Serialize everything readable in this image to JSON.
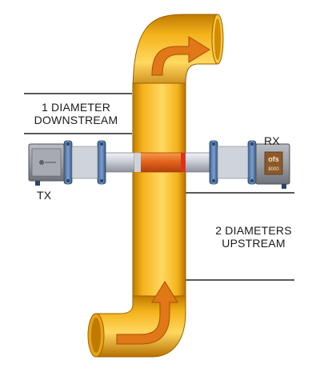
{
  "labels": {
    "downstream_line1": "1 DIAMETER",
    "downstream_line2": "DOWNSTREAM",
    "upstream_line1": "2 DIAMETERS",
    "upstream_line2": "UPSTREAM",
    "tx": "TX",
    "rx": "RX",
    "rx_badge": "ofs\n8000"
  },
  "colors": {
    "pipe_main": "#f4b21b",
    "pipe_dark": "#c07a00",
    "pipe_light": "#ffd860",
    "arrow": "#e07818",
    "spool": "#c8ccd4",
    "flange": "#5a7fb0",
    "window": "#e86a1a",
    "box": "#8f939a"
  },
  "icons": [
    "flow-arrow-icon",
    "transmitter-box-icon",
    "receiver-box-icon"
  ]
}
